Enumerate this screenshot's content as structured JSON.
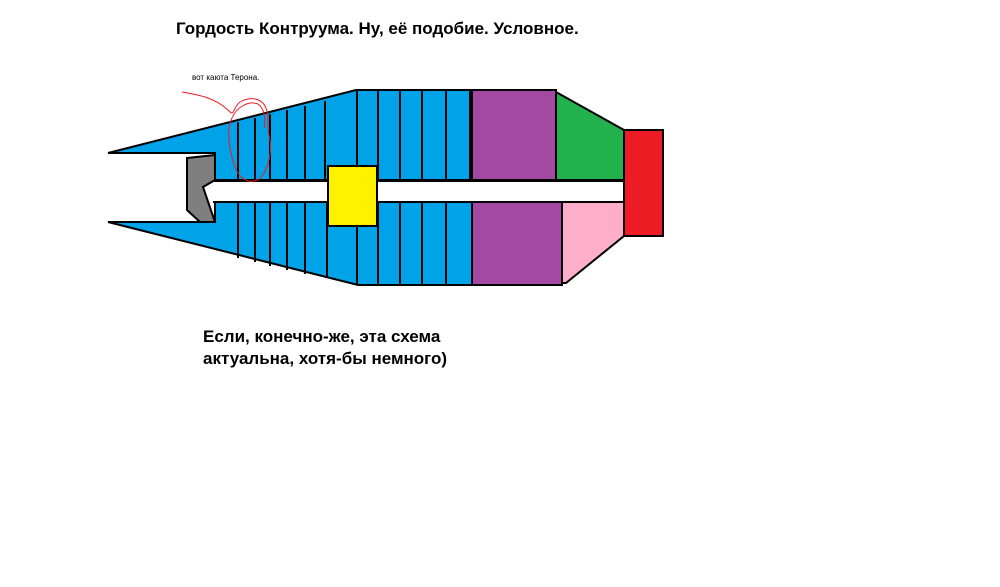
{
  "title": "Гордость Контруума. Ну, её подобие. Условное.",
  "note": "вот каюта Терона.",
  "caption": {
    "line1": "Если, конечно-же, эта схема",
    "line2": "актуальна, хотя-бы немного)"
  },
  "colors": {
    "hull": "#00a2e8",
    "purple": "#a349a4",
    "green": "#22b14c",
    "pink": "#ffaec9",
    "red": "#ed1c24",
    "yellow": "#fff200",
    "gray": "#7f7f7f",
    "corridor": "#ffffff",
    "outline": "#000000",
    "scribble": "#ed1c24"
  },
  "icons": {
    "scribble": "red-scribble-circle"
  }
}
